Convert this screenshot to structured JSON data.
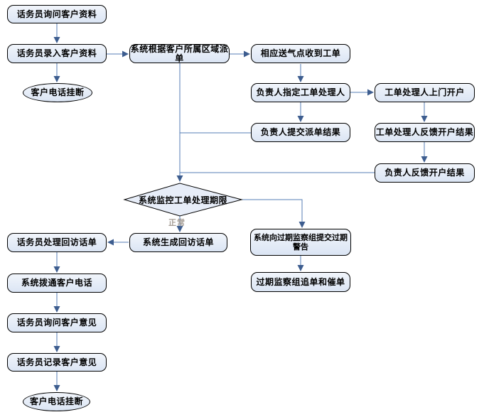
{
  "flowchart": {
    "nodes": [
      {
        "label": "话务员询问客户资料",
        "shape": "rounded-rect"
      },
      {
        "label": "话务员录入客户资料",
        "shape": "rounded-rect"
      },
      {
        "label": "客户电话挂断",
        "shape": "ellipse"
      },
      {
        "label": "系统根据客户所属区域派单",
        "shape": "rounded-rect"
      },
      {
        "label": "相应送气点收到工单",
        "shape": "rounded-rect"
      },
      {
        "label": "负责人指定工单处理人",
        "shape": "rounded-rect"
      },
      {
        "label": "工单处理人上门开户",
        "shape": "rounded-rect"
      },
      {
        "label": "负责人提交派单结果",
        "shape": "rounded-rect"
      },
      {
        "label": "工单处理人反馈开户结果",
        "shape": "rounded-rect"
      },
      {
        "label": "负责人反馈开户结果",
        "shape": "rounded-rect"
      },
      {
        "label": "系统监控工单处理期限",
        "shape": "diamond"
      },
      {
        "label": "话务员处理回访话单",
        "shape": "rounded-rect"
      },
      {
        "label": "系统生成回访话单",
        "shape": "rounded-rect"
      },
      {
        "label": "系统向过期监察组提交过期警告",
        "shape": "rounded-rect"
      },
      {
        "label": "过期监察组追单和催单",
        "shape": "rounded-rect"
      },
      {
        "label": "系统拨通客户电话",
        "shape": "rounded-rect"
      },
      {
        "label": "话务员询问客户意见",
        "shape": "rounded-rect"
      },
      {
        "label": "话务员记录客户意见",
        "shape": "rounded-rect"
      },
      {
        "label": "客户电话挂断",
        "shape": "ellipse"
      }
    ],
    "edge_labels": {
      "normal": "正常"
    },
    "colors": {
      "node_fill_top": "#f1f5fb",
      "node_fill_bottom": "#dbe5f4",
      "node_border": "#000000",
      "connector": "#557eb4",
      "arrowhead": "#3d5d8f",
      "edge_label_text": "#a59d95",
      "background": "#ffffff"
    }
  }
}
